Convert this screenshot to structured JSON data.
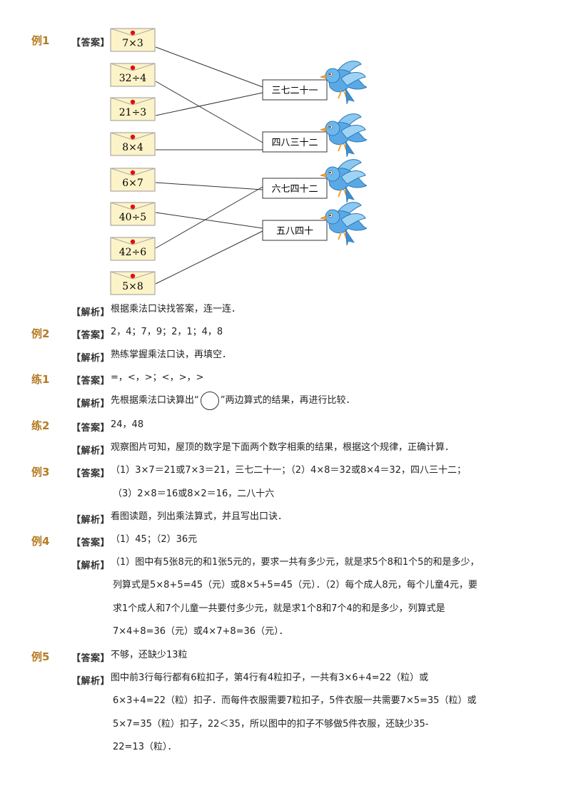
{
  "ex1": {
    "label": "例1",
    "answer_tag": "【答案】",
    "envelopes": [
      "7×3",
      "32÷4",
      "21÷3",
      "8×4",
      "6×7",
      "40÷5",
      "42÷6",
      "5×8"
    ],
    "phrases": [
      "三七二十一",
      "四八三十二",
      "六七四十二",
      "五八四十"
    ],
    "analysis_tag": "【解析】",
    "analysis": "根据乘法口诀找答案，连一连．"
  },
  "ex2": {
    "label": "例2",
    "answer_tag": "【答案】",
    "answer": "2，4；7，9；2，1；4，8",
    "analysis_tag": "【解析】",
    "analysis": "熟练掌握乘法口诀，再填空．"
  },
  "pr1": {
    "label": "练1",
    "answer_tag": "【答案】",
    "answer": "=，<，>；<，>，>",
    "analysis_tag": "【解析】",
    "analysis_pre": "先根据乘法口诀算出“",
    "analysis_post": "”两边算式的结果，再进行比较．"
  },
  "pr2": {
    "label": "练2",
    "answer_tag": "【答案】",
    "answer": "24，48",
    "analysis_tag": "【解析】",
    "analysis": "观察图片可知，屋顶的数字是下面两个数字相乘的结果，根据这个规律，正确计算．"
  },
  "ex3": {
    "label": "例3",
    "answer_tag": "【答案】",
    "answer_line1": "（1）3×7＝21或7×3＝21，三七二十一；（2）4×8＝32或8×4＝32，四八三十二；",
    "answer_line2": "（3）2×8＝16或8×2＝16，二八十六",
    "analysis_tag": "【解析】",
    "analysis": "看图读题，列出乘法算式，并且写出口诀．"
  },
  "ex4": {
    "label": "例4",
    "answer_tag": "【答案】",
    "answer": "（1）45；（2）36元",
    "analysis_tag": "【解析】",
    "analysis_lines": [
      "（1）图中有5张8元的和1张5元的，要求一共有多少元，就是求5个8和1个5的和是多少，",
      "列算式是5×8+5=45（元）或8×5+5=45（元）．（2）每个成人8元，每个儿童4元，要",
      "求1个成人和7个儿童一共要付多少元，就是求1个8和7个4的和是多少，列算式是",
      "7×4+8=36（元）或4×7+8=36（元）．"
    ]
  },
  "ex5": {
    "label": "例5",
    "answer_tag": "【答案】",
    "answer": "不够，还缺少13粒",
    "analysis_tag": "【解析】",
    "analysis_lines": [
      "图中前3行每行都有6粒扣子，第4行有4粒扣子，一共有3×6+4=22（粒）或",
      "6×3+4=22（粒）扣子．而每件衣服需要7粒扣子，5件衣服一共需要7×5=35（粒）或",
      "5×7=35（粒）扣子，22＜35，所以图中的扣子不够做5件衣服，还缺少35-",
      "22=13（粒）．"
    ]
  }
}
